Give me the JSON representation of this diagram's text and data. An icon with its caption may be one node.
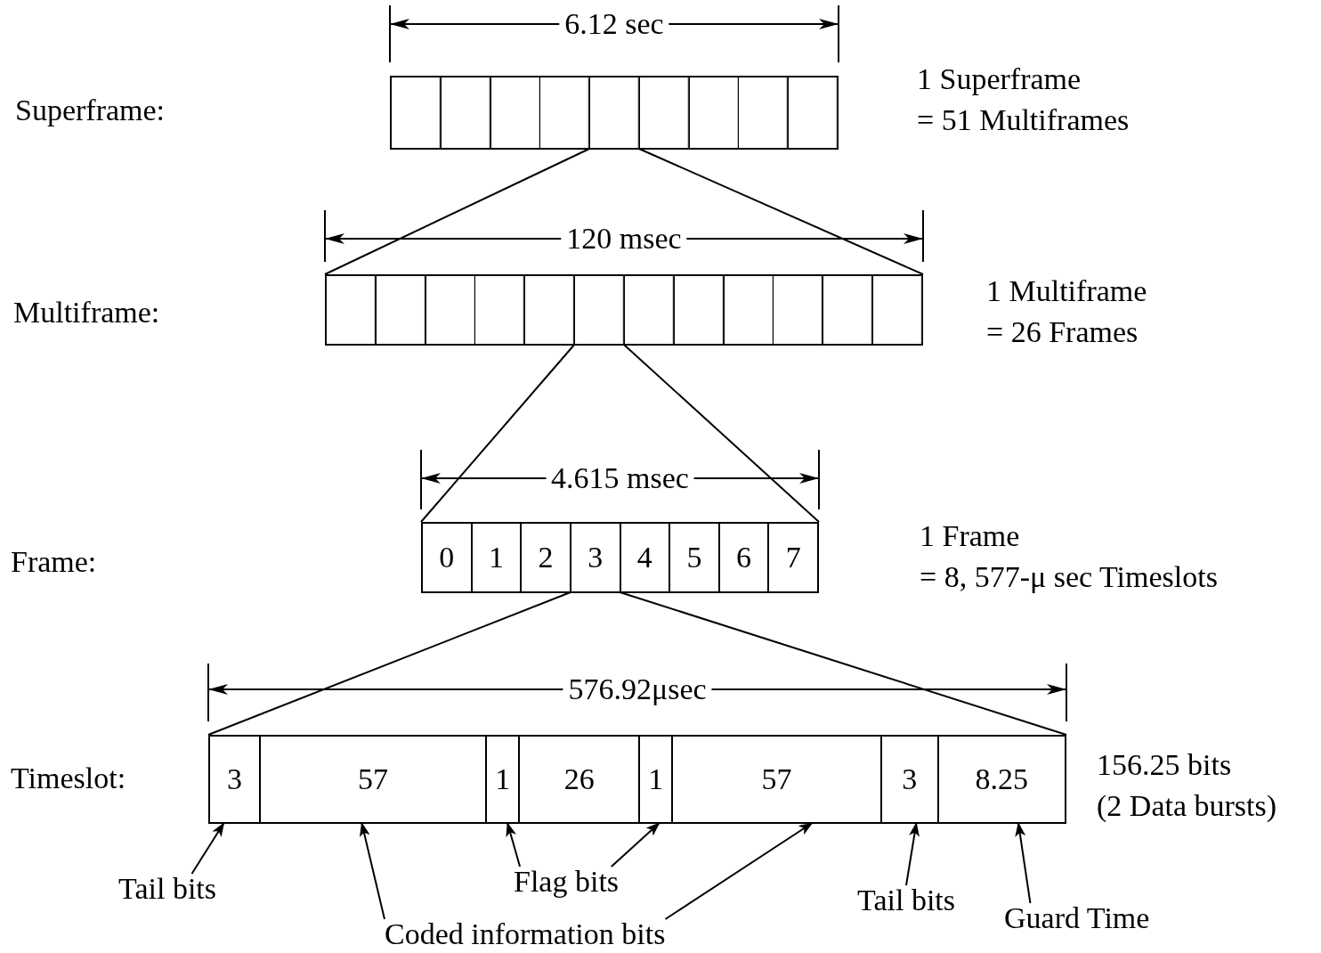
{
  "diagram": {
    "nodes": [
      {
        "text": [],
        "shape": "bar",
        "beside": [
          "1 Superframe",
          "= 51 Multiframes"
        ]
      },
      {
        "text": [],
        "shape": "box",
        "in": 0
      },
      {
        "text": [],
        "shape": "box",
        "in": 0
      },
      {
        "text": [],
        "shape": "box",
        "in": 0
      },
      {
        "text": [],
        "shape": "box",
        "in": 0
      },
      {
        "text": [],
        "shape": "box",
        "in": 0
      },
      {
        "text": [],
        "shape": "box",
        "in": 0
      },
      {
        "text": [],
        "shape": "box",
        "in": 0
      },
      {
        "text": [],
        "shape": "box",
        "in": 0
      },
      {
        "text": [],
        "shape": "box",
        "in": 0
      },
      {
        "text": [],
        "shape": "bar",
        "beside": [
          "1 Multiframe",
          "= 26 Frames"
        ]
      },
      {
        "text": [],
        "shape": "box",
        "in": 10
      },
      {
        "text": [],
        "shape": "box",
        "in": 10
      },
      {
        "text": [],
        "shape": "box",
        "in": 10
      },
      {
        "text": [],
        "shape": "box",
        "in": 10
      },
      {
        "text": [],
        "shape": "box",
        "in": 10
      },
      {
        "text": [],
        "shape": "box",
        "in": 10
      },
      {
        "text": [],
        "shape": "box",
        "in": 10
      },
      {
        "text": [],
        "shape": "box",
        "in": 10
      },
      {
        "text": [],
        "shape": "box",
        "in": 10
      },
      {
        "text": [],
        "shape": "box",
        "in": 10
      },
      {
        "text": [],
        "shape": "box",
        "in": 10
      },
      {
        "text": [],
        "shape": "box",
        "in": 10
      },
      {
        "text": [],
        "shape": "bar",
        "beside": [
          "1 Frame",
          "= 8, 577-μ sec Timeslots"
        ]
      },
      {
        "text": [
          "0"
        ],
        "in": 23
      },
      {
        "text": [
          "1"
        ],
        "in": 23
      },
      {
        "text": [
          "2"
        ],
        "in": 23
      },
      {
        "text": [
          "3"
        ],
        "in": 23
      },
      {
        "text": [
          "4"
        ],
        "in": 23
      },
      {
        "text": [
          "5"
        ],
        "in": 23
      },
      {
        "text": [
          "6"
        ],
        "in": 23
      },
      {
        "text": [
          "7"
        ],
        "in": 23
      },
      {
        "text": [],
        "shape": "bar",
        "beside": [
          "156.25 bits",
          "(2 Data bursts)"
        ]
      },
      {
        "text": [
          "3"
        ],
        "in": 32
      },
      {
        "text": [
          "57"
        ],
        "in": 32
      },
      {
        "text": [
          "1"
        ],
        "in": 32
      },
      {
        "text": [
          "26"
        ],
        "in": 32
      },
      {
        "text": [
          "1"
        ],
        "in": 32
      },
      {
        "text": [
          "57"
        ],
        "in": 32
      },
      {
        "text": [
          "3"
        ],
        "in": 32
      },
      {
        "text": [
          "8.25"
        ],
        "in": 32
      },
      {
        "text": [
          "Tail bits"
        ]
      },
      {
        "text": [
          "Flag bits"
        ]
      },
      {
        "text": [
          "Tail bits"
        ]
      },
      {
        "text": [
          "Guard Time"
        ]
      },
      {
        "text": [
          "Coded information bits"
        ]
      }
    ],
    "edges": [
      {
        "from": 5,
        "to": 10,
        "arrow": "none"
      },
      {
        "from": 5,
        "to": 10,
        "arrow": "none"
      },
      {
        "from": 16,
        "to": 23,
        "arrow": "none"
      },
      {
        "from": 16,
        "to": 23,
        "arrow": "none"
      },
      {
        "from": 27,
        "to": 32,
        "arrow": "none"
      },
      {
        "from": 27,
        "to": 32,
        "arrow": "none"
      },
      {
        "from": 41,
        "to": 33,
        "arrow": "to"
      },
      {
        "from": 42,
        "to": 35,
        "arrow": "to"
      },
      {
        "from": 42,
        "to": 37,
        "arrow": "to"
      },
      {
        "from": 43,
        "to": 39,
        "arrow": "to"
      },
      {
        "from": 44,
        "to": 40,
        "arrow": "to"
      },
      {
        "from": 45,
        "to": 34,
        "arrow": "to"
      },
      {
        "from": 45,
        "to": 38,
        "arrow": "to"
      }
    ],
    "labels": [
      "6.12 sec",
      "Superframe:",
      "120 msec",
      "Multiframe:",
      "4.615 msec",
      "Frame:",
      "576.92μsec",
      "Timeslot:"
    ]
  }
}
